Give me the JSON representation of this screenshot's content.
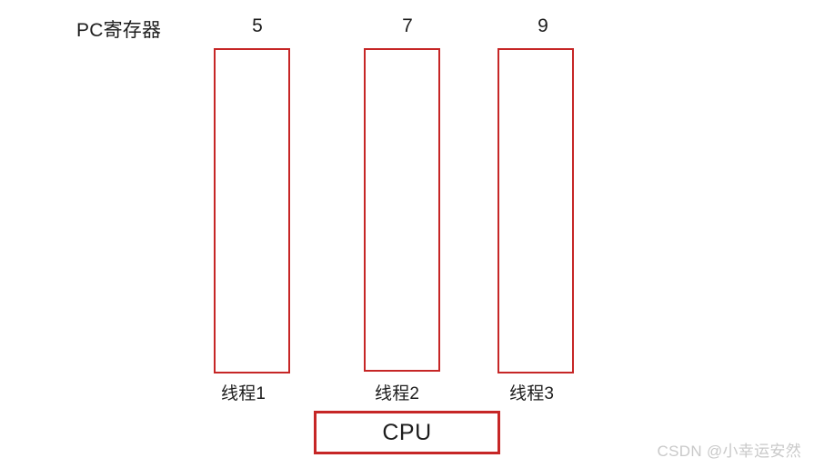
{
  "diagram": {
    "title": "PC寄存器",
    "accent_color": "#c62626",
    "text_color": "#1d1d1d",
    "background_color": "#ffffff",
    "threads": [
      {
        "pc_value": "5",
        "label": "线程1"
      },
      {
        "pc_value": "7",
        "label": "线程2"
      },
      {
        "pc_value": "9",
        "label": "线程3"
      }
    ],
    "cpu": {
      "label": "CPU"
    }
  },
  "watermark": {
    "text": "CSDN @小幸运安然",
    "color": "#c9c9c9"
  }
}
